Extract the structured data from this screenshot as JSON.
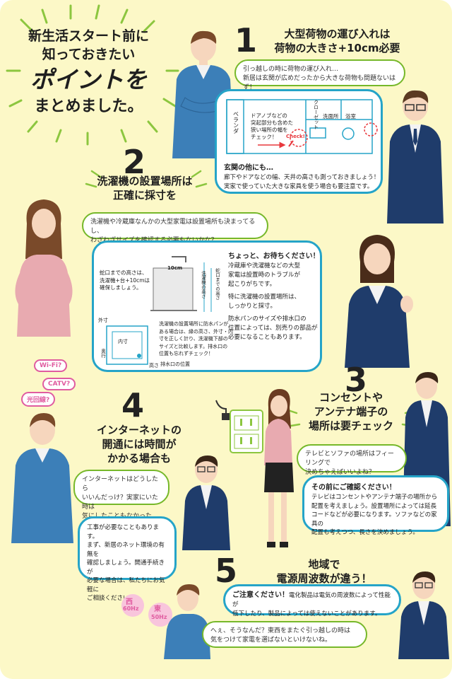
{
  "title": {
    "line1": "新生活スタート前に",
    "line2": "知っておきたい",
    "line3": "ポイントを",
    "line4": "まとめました。"
  },
  "points": [
    {
      "number": "1",
      "heading_l1": "大型荷物の運び入れは",
      "heading_l2": "荷物の大きさ+10cm必要",
      "bubble_l1": "引っ越しの時に荷物の運び入れ…",
      "bubble_l2": "新居は玄関が広めだったから大きな荷物も問題ないはず！",
      "floor_labels": {
        "closet": "クローゼット",
        "washroom": "洗面所",
        "bath": "浴室",
        "veranda": "ベランダ",
        "check": "Check!"
      },
      "floor_note_l1": "ドアノブなどの",
      "floor_note_l2": "突起部分も含めた",
      "floor_note_l3": "狭い場所の幅を",
      "floor_note_l4": "チェック！",
      "panel_title": "玄関の他にも…",
      "panel_l1": "廊下やドアなどの幅、天井の高さも測っておきましょう！",
      "panel_l2": "実家で使っていた大きな家具を使う場合も要注意です。"
    },
    {
      "number": "2",
      "heading_l1": "洗濯機の設置場所は",
      "heading_l2": "正確に採寸を",
      "bubble_l1": "洗濯機や冷蔵庫なんかの大型家電は設置場所も決まってるし、",
      "bubble_l2": "わざわざサイズを確認する必要もないかな？",
      "diagram": {
        "faucet_note_l1": "蛇口までの高さは、",
        "faucet_note_l2": "洗濯機+台+10cmは",
        "faucet_note_l3": "確保しましょう。",
        "dim_10cm": "10cm",
        "faucet_height": "蛇口までの高さ",
        "machine_height": "洗濯機の高さ",
        "outer": "外寸",
        "inner": "内寸",
        "depth": "奥行",
        "height": "高さ",
        "pan_l1": "洗濯機の設置場所に防水パンが",
        "pan_l2": "ある場合は、縁の高さ、外寸・内",
        "pan_l3": "寸を正しく計り、洗濯機下部の",
        "pan_l4": "サイズと比較します。排水口の",
        "pan_l5": "位置も忘れずチェック！",
        "drain": "排水口の位置"
      },
      "panel_title": "ちょっと、お待ちください！",
      "panel_l1": "冷蔵庫や洗濯機などの大型",
      "panel_l2": "家電は設置時のトラブルが",
      "panel_l3": "起こりがちです。",
      "panel_l4": "特に洗濯機の設置場所は、",
      "panel_l5": "しっかりと採寸。",
      "panel_l6": "防水パンのサイズや排水口の",
      "panel_l7": "位置によっては、別売りの部品が",
      "panel_l8": "必要になることもあります。"
    },
    {
      "number": "3",
      "heading_l1": "コンセントや",
      "heading_l2": "アンテナ端子の",
      "heading_l3": "場所は要チェック",
      "bubble_l1": "テレビとソファの場所はフィーリングで",
      "bubble_l2": "決めちゃえばいいよね？",
      "panel_title": "その前にご確認ください！",
      "panel_l1": "テレビはコンセントやアンテナ端子の場所から",
      "panel_l2": "配置を考えましょう。設置場所によっては延長",
      "panel_l3": "コードなどが必要になります。ソファなどの家具の",
      "panel_l4": "配置も考えつつ、長さを決めましょう。"
    },
    {
      "number": "4",
      "heading_l1": "インターネットの",
      "heading_l2": "開通には時間が",
      "heading_l3": "かかる場合も",
      "chips": [
        "Wi-Fi?",
        "CATV?",
        "光回線?"
      ],
      "bubble_l1": "インターネットはどうしたら",
      "bubble_l2": "いいんだっけ？実家にいた時は",
      "bubble_l3": "気にしたこともなかったよ。",
      "panel_l1": "工事が必要なこともあります。",
      "panel_l2": "まず、新居のネット環境の有無を",
      "panel_l3": "確認しましょう。開通手続きが",
      "panel_l4": "必要な場合は、私たちにお気軽に",
      "panel_l5": "ご相談ください。"
    },
    {
      "number": "5",
      "heading_l1": "地域で",
      "heading_l2": "電源周波数が違う！",
      "freq": {
        "west": "西",
        "west_hz": "60Hz",
        "east": "東",
        "east_hz": "50Hz"
      },
      "panel_title": "ご注意ください！",
      "panel_l1": "電化製品は電気の周波数によって性能が",
      "panel_l2": "低下したり、製品によっては使えないことがあります。",
      "bubble_l1": "へぇ、そうなんだ？東西をまたぐ引っ越しの時は",
      "bubble_l2": "気をつけて家電を選ばないといけないね。"
    }
  ],
  "colors": {
    "background": "#fcf8c7",
    "green_bubble": "#76b82a",
    "blue_panel": "#25a4c8",
    "check_red": "#e8383d",
    "accent_pink": "#e05ca0"
  }
}
